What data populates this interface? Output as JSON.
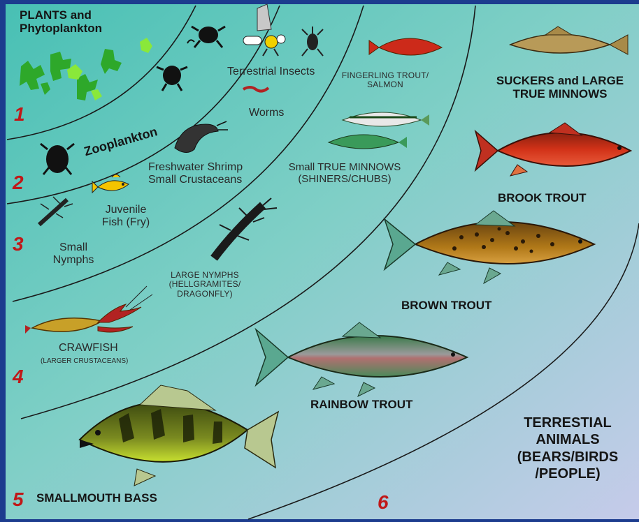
{
  "colors": {
    "frame": "#1c3c8e",
    "water_top": "#4fc2b8",
    "water_bottom": "#c3cbe8",
    "level_number": "#c01818",
    "divider": "#1a1a1a"
  },
  "levels": [
    "1",
    "2",
    "3",
    "4",
    "5",
    "6"
  ],
  "labels": {
    "plants": [
      "PLANTS and",
      "Phytoplankton"
    ],
    "zooplankton": "Zooplankton",
    "terrestrial_insects": "Terrestrial Insects",
    "worms": "Worms",
    "shrimp": [
      "Freshwater Shrimp",
      "Small Crustaceans"
    ],
    "juvenile_fish": [
      "Juvenile",
      "Fish (Fry)"
    ],
    "small_nymphs": [
      "Small",
      "Nymphs"
    ],
    "large_nymphs": [
      "LARGE NYMPHS",
      "(HELLGRAMITES/",
      "DRAGONFLY)"
    ],
    "crawfish": "CRAWFISH",
    "crawfish_sub": "(LARGER CRUSTACEANS)",
    "fingerling": [
      "FINGERLING TROUT/",
      "SALMON"
    ],
    "small_minnows": [
      "Small TRUE MINNOWS",
      "(SHINERS/CHUBS)"
    ],
    "suckers": [
      "SUCKERS and LARGE",
      "TRUE MINNOWS"
    ],
    "brook_trout": "BROOK TROUT",
    "brown_trout": "BROWN TROUT",
    "rainbow_trout": "RAINBOW TROUT",
    "smallmouth_bass": "SMALLMOUTH BASS",
    "terrestrial_animals": [
      "TERRESTIAL",
      "ANIMALS",
      "(BEARS/BIRDS",
      "/PEOPLE)"
    ]
  }
}
